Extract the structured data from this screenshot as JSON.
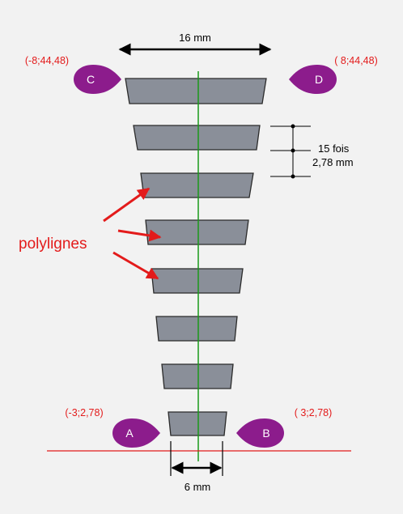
{
  "colors": {
    "background": "#f2f2f2",
    "polyline_fill": "#8a8f99",
    "polyline_stroke": "#2b2b2b",
    "axis_line": "#1a9a1a",
    "base_line": "#e31b1b",
    "coord_text": "#e31b1b",
    "marker_fill": "#8c1c8c",
    "marker_text": "#ffffff",
    "dimension_line": "#000000"
  },
  "dimensions": {
    "top_width": "16 mm",
    "bottom_width": "6 mm",
    "step_line1": "15 fois",
    "step_line2": "2,78 mm"
  },
  "points": {
    "C": {
      "letter": "C",
      "coords": "(-8;44,48)"
    },
    "D": {
      "letter": "D",
      "coords": "( 8;44,48)"
    },
    "A": {
      "letter": "A",
      "coords": "(-3;2,78)"
    },
    "B": {
      "letter": "B",
      "coords": "( 3;2,78)"
    }
  },
  "polylines_label": "polylignes"
}
